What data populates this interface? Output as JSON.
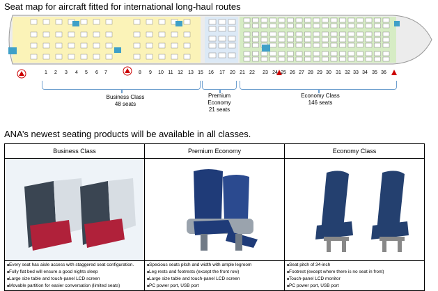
{
  "header": {
    "title": "Seat map for aircraft fitted for international long-haul routes"
  },
  "seat_map": {
    "row_numbers": [
      "1",
      "2",
      "3",
      "4",
      "5",
      "6",
      "7",
      "8",
      "9",
      "10",
      "11",
      "12",
      "13",
      "15",
      "16",
      "17",
      "20",
      "21",
      "22",
      "23",
      "24",
      "25",
      "26",
      "27",
      "28",
      "29",
      "30",
      "31",
      "32",
      "33",
      "34",
      "35",
      "36"
    ],
    "classes": [
      {
        "name": "Business  Class",
        "seats": "48 seats"
      },
      {
        "name_lines": [
          "Premium",
          "Economy"
        ],
        "seats": "21 seats"
      },
      {
        "name": "Economy Class",
        "seats": "146 seats"
      }
    ],
    "colors": {
      "business": "#fbf3b8",
      "premium": "#dce9f6",
      "economy": "#d6ecc4",
      "fuselage": "#ececec"
    }
  },
  "section2": {
    "title": "ANA’s newest seating products will be available in all classes."
  },
  "columns": [
    {
      "header": "Business Class",
      "features": [
        "Every seat has aisle access with staggered seat configuration.",
        "Fully flat bed will ensure a good nights sleep",
        "Large size table and touch-panel LCD screen",
        "Movable partition for easier conversation (limited seats)"
      ]
    },
    {
      "header": "Premium Economy",
      "features": [
        "Specious seats pitch and width with ample legroom",
        "Leg rests and footrests (except the front row)",
        "Large size table and touch-panel LCD screen",
        "PC power port, USB port"
      ]
    },
    {
      "header": "Economy Class",
      "features": [
        "Seat pitch of 34-inch",
        "Footrest (except where there is no seat in front)",
        "Touch-panel LCD monitor",
        "PC power port, USB port"
      ]
    }
  ]
}
